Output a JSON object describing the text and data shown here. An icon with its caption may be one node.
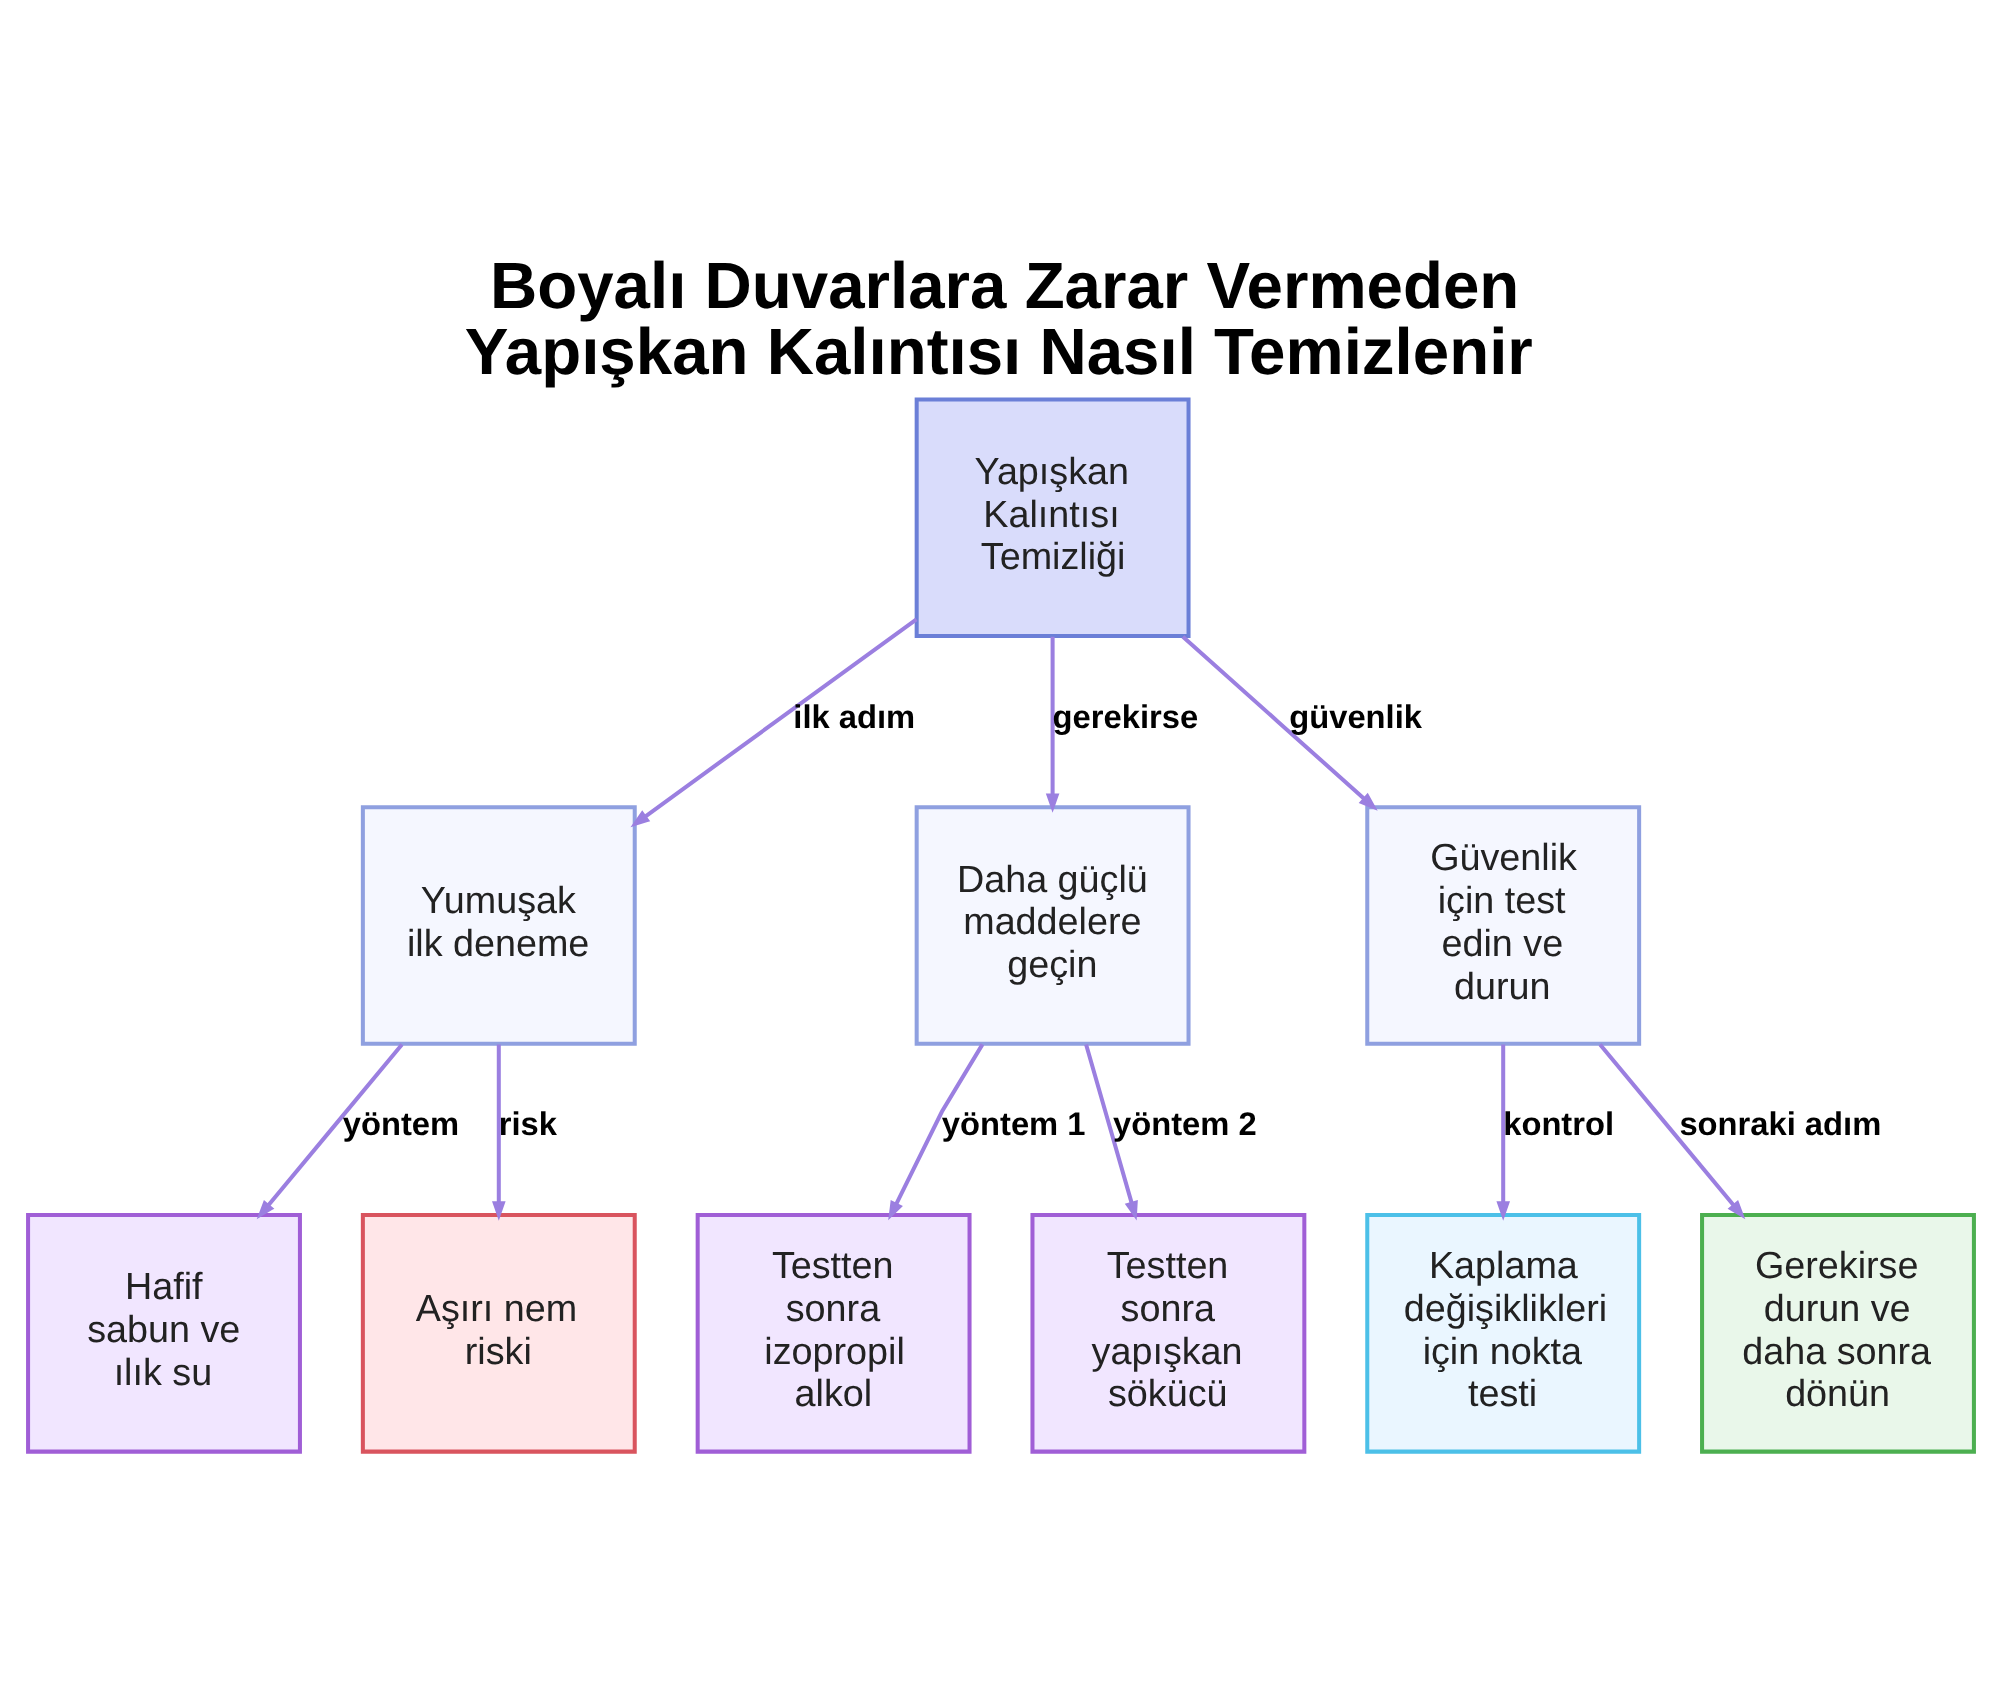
{
  "diagram": {
    "title": "Boyalı Duvarlara Zarar Vermeden Yapışkan Kalıntısı Nasıl Temizlenir",
    "nodes": [
      {
        "text": [
          "Yapışkan Kalıntısı Temizliği"
        ]
      },
      {
        "text": [
          "Yumuşak ilk deneme"
        ]
      },
      {
        "text": [
          "Daha güçlü maddelere geçin"
        ]
      },
      {
        "text": [
          "Güvenlik için test edin ve durun"
        ]
      },
      {
        "text": [
          "Hafif sabun ve ılık su"
        ]
      },
      {
        "text": [
          "Aşırı nem riski"
        ]
      },
      {
        "text": [
          "Testten sonra izopropil alkol"
        ]
      },
      {
        "text": [
          "Testten sonra yapışkan sökücü"
        ]
      },
      {
        "text": [
          "Kaplama değişiklikleri için nokta testi"
        ]
      },
      {
        "text": [
          "Gerekirse durun ve daha sonra dönün"
        ]
      }
    ],
    "edges": [
      {
        "from": 0,
        "to": 1,
        "arrow": "to",
        "label": "ilk adım"
      },
      {
        "from": 0,
        "to": 2,
        "arrow": "to",
        "label": "gerekirse"
      },
      {
        "from": 0,
        "to": 3,
        "arrow": "to",
        "label": "güvenlik"
      },
      {
        "from": 1,
        "to": 4,
        "arrow": "to",
        "label": "yöntem"
      },
      {
        "from": 1,
        "to": 5,
        "arrow": "to",
        "label": "risk"
      },
      {
        "from": 2,
        "to": 6,
        "arrow": "to",
        "label": "yöntem 1"
      },
      {
        "from": 2,
        "to": 7,
        "arrow": "to",
        "label": "yöntem 2"
      },
      {
        "from": 3,
        "to": 8,
        "arrow": "to",
        "label": "kontrol"
      },
      {
        "from": 3,
        "to": 9,
        "arrow": "to",
        "label": "sonraki adım"
      }
    ]
  }
}
